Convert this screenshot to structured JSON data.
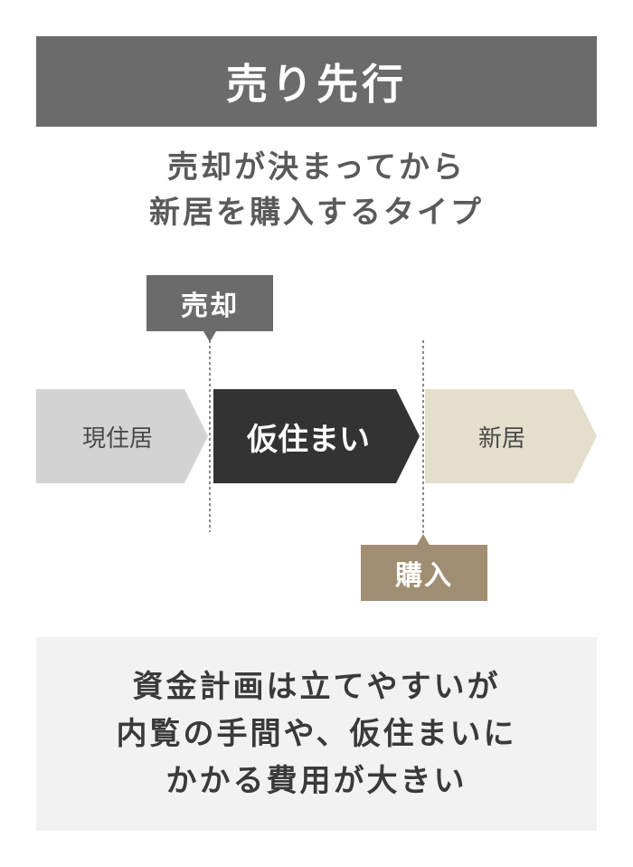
{
  "header": {
    "title": "売り先行"
  },
  "subtitle": {
    "line1": "売却が決まってから",
    "line2": "新居を購入するタイプ"
  },
  "flow": {
    "stages": [
      {
        "label": "現住居",
        "color": "#d3d3d3"
      },
      {
        "label": "仮住まい",
        "color": "#333333"
      },
      {
        "label": "新居",
        "color": "#e3dfcc"
      }
    ],
    "markers": {
      "sale": {
        "label": "売却",
        "color": "#6b6b6b"
      },
      "purchase": {
        "label": "購入",
        "color": "#a08e72"
      }
    }
  },
  "summary": {
    "line1": "資金計画は立てやすいが",
    "line2": "内覧の手間や、仮住まいに",
    "line3": "かかる費用が大きい"
  }
}
